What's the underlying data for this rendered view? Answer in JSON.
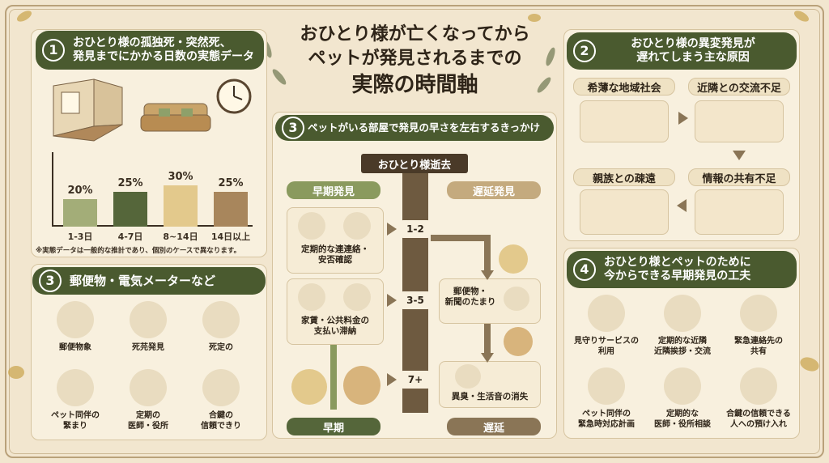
{
  "main_title": [
    "おひとり様が亡くなってから",
    "ペットが発見されるまでの",
    "実際の時間軸"
  ],
  "panel1": {
    "number": "1",
    "header": [
      "おひとり様の孤独死・突然死、",
      "発見までにかかる日数の実態データ"
    ],
    "note": "※実態データは一般的な推計であり、個別のケースで異なります。"
  },
  "chart_data": {
    "type": "bar",
    "categories": [
      "1-3日",
      "4-7日",
      "8~14日",
      "14日以上"
    ],
    "values": [
      20,
      25,
      30,
      25
    ],
    "value_labels": [
      "20%",
      "25%",
      "30%",
      "25%"
    ],
    "colors": [
      "#a3ad78",
      "#55663a",
      "#e3c98c",
      "#a8865c"
    ],
    "ylim": [
      0,
      35
    ]
  },
  "panel2": {
    "number": "2",
    "header": [
      "おひとり様の異変発見が",
      "遅れてしまう主な原因"
    ],
    "causes": [
      "希薄な地域社会",
      "近隣との交流不足",
      "親族との疎遠",
      "情報の共有不足"
    ]
  },
  "panel3": {
    "number": "3",
    "header": "ペットがいる部屋で発見の早さを左右するきっかけ",
    "death": "おひとり様逝去",
    "early_label": "早期発見",
    "late_label": "遅延発見",
    "early_items": [
      "定期的な連連絡・\n安否確認",
      "家賃・公共料金の\n支払い滞納"
    ],
    "late_items": [
      "郵便物・\n新聞のたまり",
      "異臭・生活音の消失"
    ],
    "days": [
      "1-2",
      "3-5",
      "7+"
    ],
    "bottom_early": "早期",
    "bottom_late": "遅延"
  },
  "panel3b": {
    "number": "3",
    "header": "郵便物・電気メーターなど",
    "items": [
      "郵便物象",
      "死芫発見",
      "死定の",
      "ペット同伴の\n緊まり",
      "定期の\n医師・役所",
      "合鍵の\n信頼できり"
    ]
  },
  "panel4": {
    "number": "4",
    "header": [
      "おひとり様とペットのために",
      "今からできる早期発見の工夫"
    ],
    "items": [
      "見守りサービスの\n利用",
      "定期的な近隣\n近隣挨拶・交流",
      "緊急連絡先の\n共有",
      "ペット同伴の\n緊急時対応計画",
      "定期的な\n医師・役所相談",
      "合鍵の信頼できる\n人への預け入れ"
    ]
  },
  "colors": {
    "header_bg": "#4a5a2f",
    "panel_bg": "#f8f0de",
    "accent_brown": "#8a7556"
  }
}
